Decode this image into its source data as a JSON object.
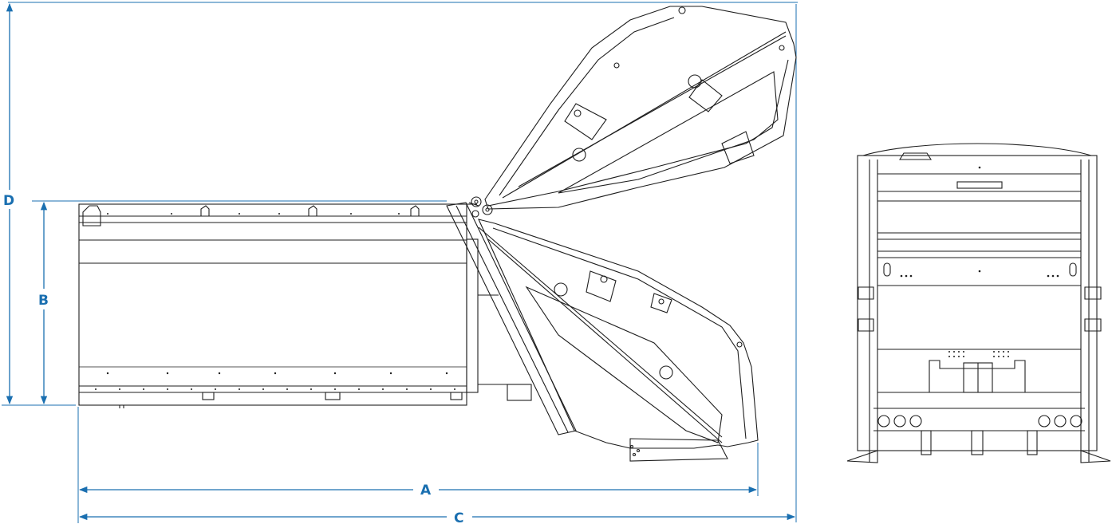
{
  "colors": {
    "dimension": "#1a6fb0",
    "line": "#1e1e1e",
    "background": "#ffffff"
  },
  "dimensions": {
    "a": "A",
    "b": "B",
    "c": "C",
    "d": "D"
  }
}
